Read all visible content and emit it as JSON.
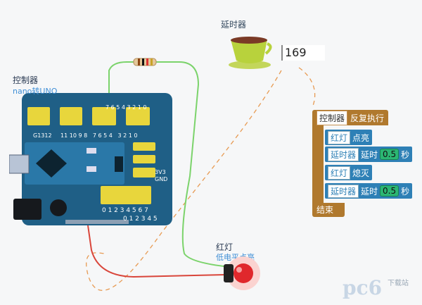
{
  "delay": {
    "label": "延时器",
    "value": "169"
  },
  "controller": {
    "label": "控制器",
    "sub": "nano转UNO"
  },
  "led": {
    "label": "红灯",
    "sub": "低电平点亮"
  },
  "board": {
    "header_top_left": "G1312",
    "header_top_right": "7 6 5 4 3 2 1 0",
    "header_labels": [
      "G1312",
      "11 10 9 8",
      "7 6 5 4",
      "3 2 1 0"
    ],
    "header_bottom": "0 1 2 3 4 5 6 7",
    "header_bottom2": "0 1 2 3 4 5",
    "v33": "3V3",
    "gnd": "GND"
  },
  "program": {
    "head_ctrl": "控制器",
    "head_loop": "反复执行",
    "end_label": "结束",
    "stmts": [
      {
        "chip": "红灯",
        "text": "点亮"
      },
      {
        "chip": "延时器",
        "text": "延时",
        "num": "0.5",
        "unit": "秒"
      },
      {
        "chip": "红灯",
        "text": "熄灭"
      },
      {
        "chip": "延时器",
        "text": "延时",
        "num": "0.5",
        "unit": "秒"
      }
    ]
  },
  "watermark": {
    "text": "pc6",
    "sub": "下载站"
  },
  "colors": {
    "wire_green": "#7bd36b",
    "wire_red": "#d9463b",
    "board": "#1f5f86",
    "led": "#e0282c",
    "dash": "#e79a52"
  }
}
